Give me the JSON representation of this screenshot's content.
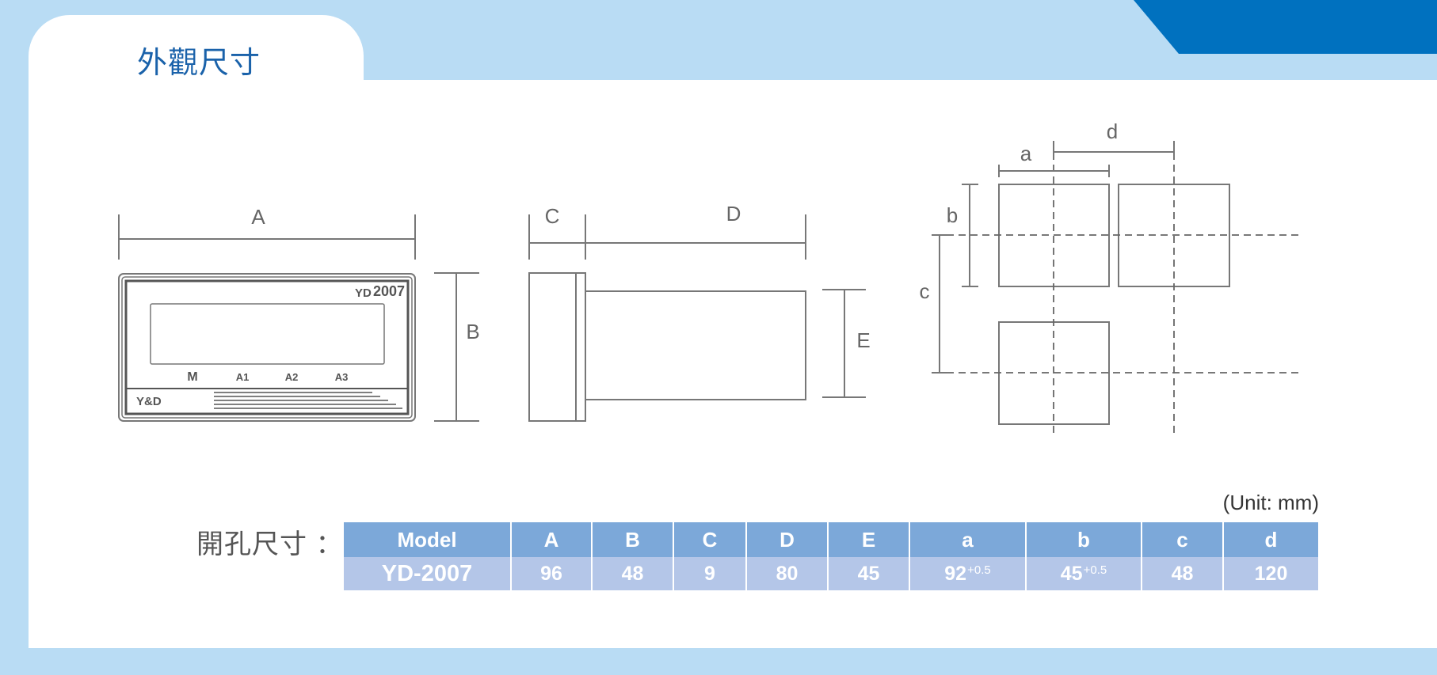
{
  "header": {
    "title": "外觀尺寸"
  },
  "front_view": {
    "dim_A": "A",
    "dim_B": "B",
    "brand_prefix": "YD",
    "brand_model": "2007",
    "buttons": [
      "M",
      "A1",
      "A2",
      "A3"
    ],
    "logo": "Y&D"
  },
  "side_view": {
    "dim_C": "C",
    "dim_D": "D",
    "dim_E": "E"
  },
  "panel_cutout": {
    "dim_a": "a",
    "dim_b": "b",
    "dim_c": "c",
    "dim_d": "d"
  },
  "spec": {
    "label": "開孔尺寸 ：",
    "unit": "(Unit: mm)",
    "headers": [
      "Model",
      "A",
      "B",
      "C",
      "D",
      "E",
      "a",
      "b",
      "c",
      "d"
    ],
    "row": {
      "model": "YD-2007",
      "A": "96",
      "B": "48",
      "C": "9",
      "D": "80",
      "E": "45",
      "a": "92",
      "a_tol": "+0.5",
      "b": "45",
      "b_tol": "+0.5",
      "c": "48",
      "d": "120"
    }
  },
  "colors": {
    "background": "#b9dcf4",
    "accent": "#0071bf",
    "title": "#1a62aa",
    "table_header": "#7ca8d9",
    "table_row": "#b4c6e8"
  }
}
